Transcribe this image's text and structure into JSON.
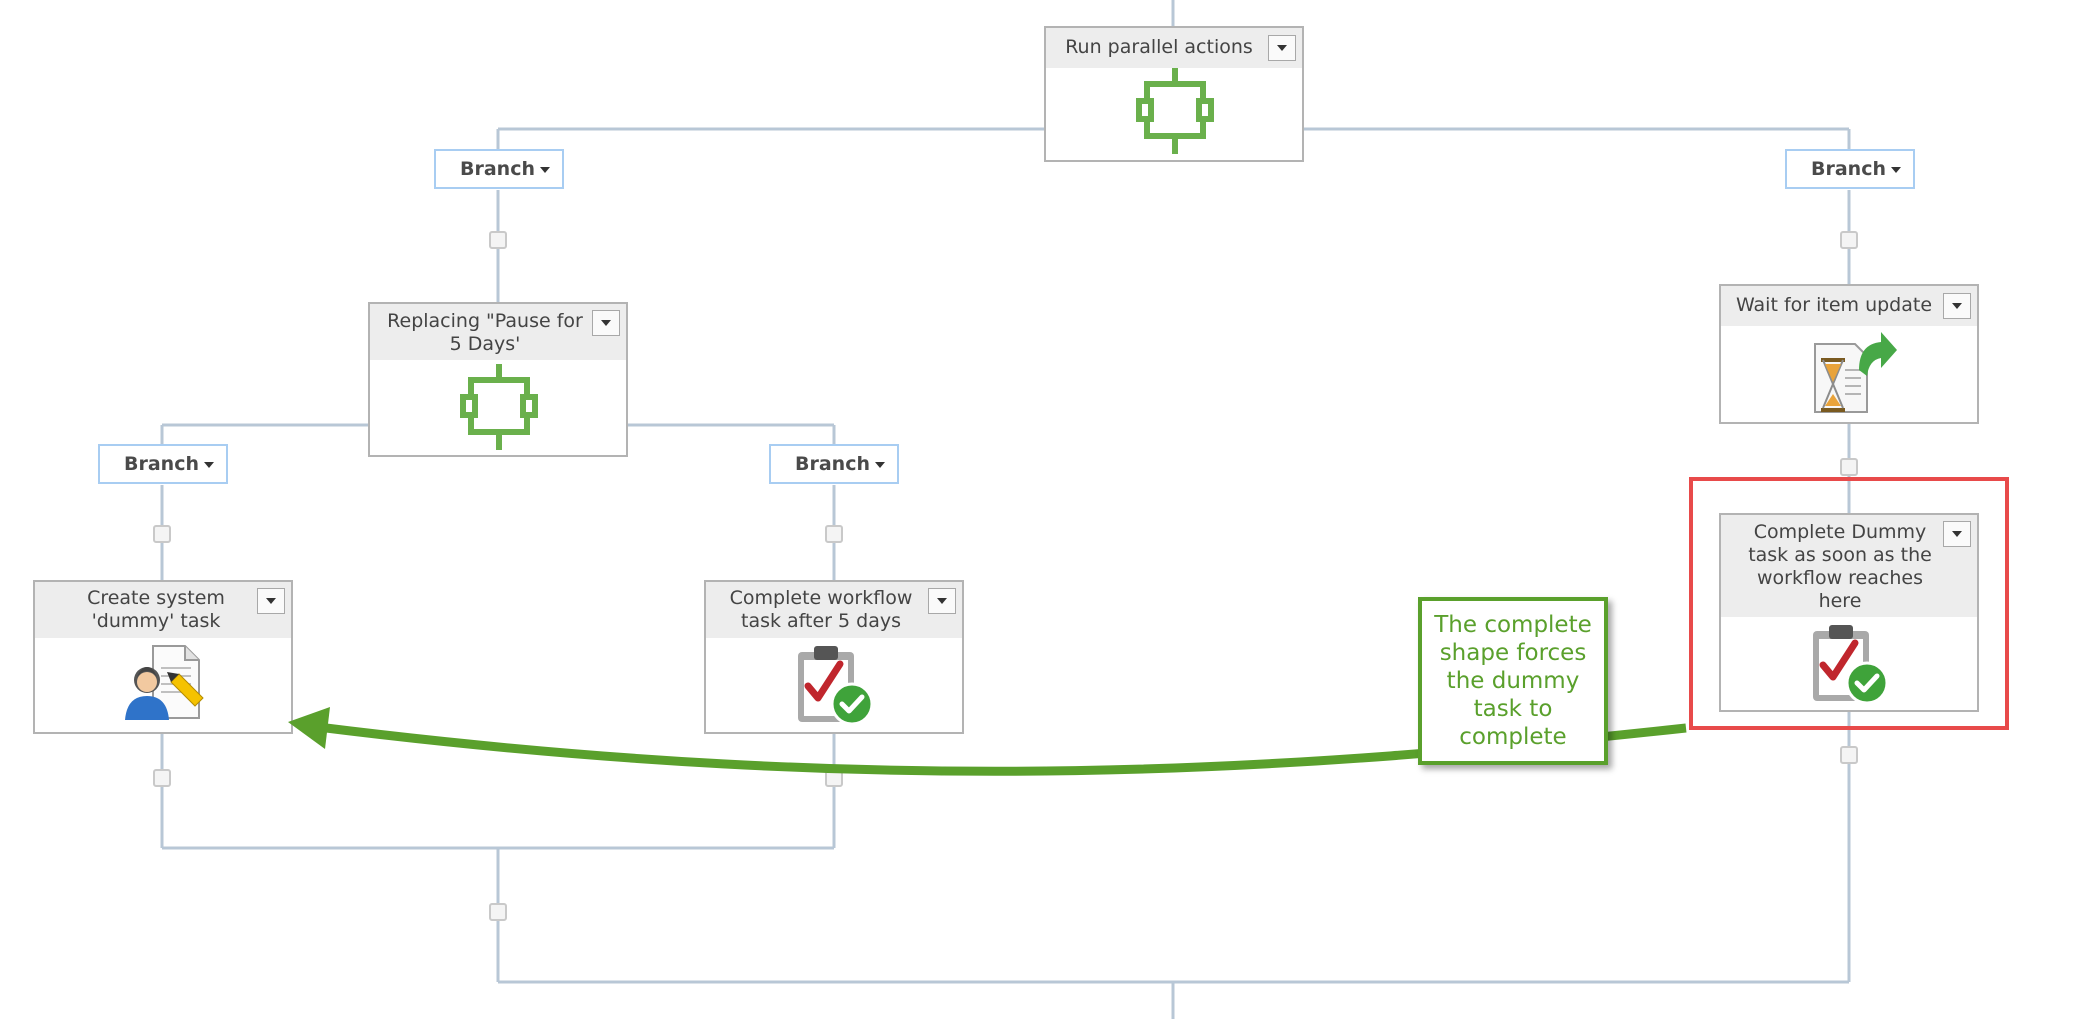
{
  "diagram": {
    "root_action": {
      "title": "Run parallel actions",
      "icon": "parallel-block-icon"
    },
    "left_branch": {
      "label": "Branch"
    },
    "right_branch": {
      "label": "Branch"
    },
    "replacing_action": {
      "title": "Replacing \"Pause for 5 Days'",
      "icon": "parallel-block-icon"
    },
    "inner_left_branch": {
      "label": "Branch"
    },
    "inner_right_branch": {
      "label": "Branch"
    },
    "create_task_action": {
      "title": "Create system 'dummy' task",
      "icon": "user-task-icon"
    },
    "complete_task_action": {
      "title": "Complete workflow task after 5 days",
      "icon": "clipboard-check-icon"
    },
    "wait_action": {
      "title": "Wait for item update",
      "icon": "hourglass-update-icon"
    },
    "complete_dummy_action": {
      "title": "Complete Dummy task as soon as the workflow reaches here",
      "icon": "clipboard-check-icon"
    },
    "annotation": {
      "text": "The complete shape forces the dummy task to complete"
    }
  },
  "colors": {
    "connector_line": "#b8c7d6",
    "highlight_border": "#e84a4a",
    "annotation_green": "#5aa02c",
    "branch_border": "#a8cdf2",
    "parallel_icon": "#6ab04c"
  }
}
